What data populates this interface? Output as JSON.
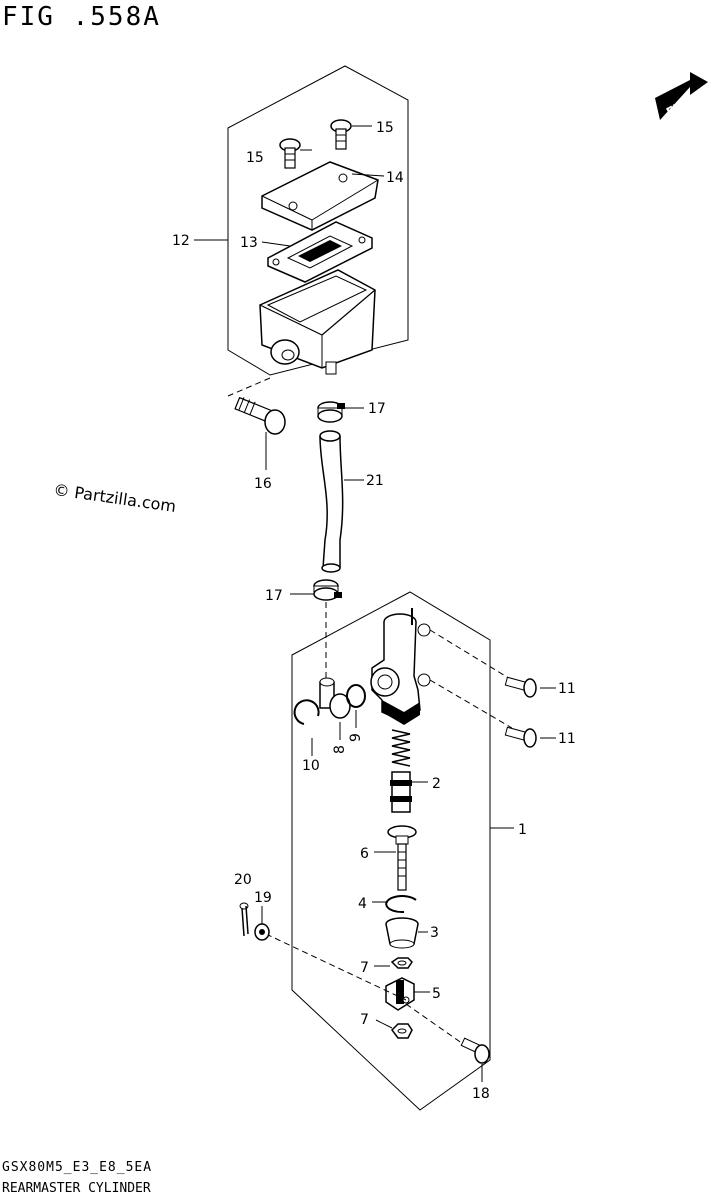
{
  "figure": {
    "title": "FIG .558A",
    "watermark": "© Partzilla.com",
    "direction_badge": "FWD",
    "code": "GSX80M5_E3_E8_5EA",
    "description": "REARMASTER CYLINDER"
  },
  "callouts": {
    "c1": "1",
    "c2": "2",
    "c3": "3",
    "c4": "4",
    "c5": "5",
    "c6": "6",
    "c7a": "7",
    "c7b": "7",
    "c8": "8",
    "c9": "9",
    "c10": "10",
    "c11a": "11",
    "c11b": "11",
    "c12": "12",
    "c13": "13",
    "c14": "14",
    "c15a": "15",
    "c15b": "15",
    "c16": "16",
    "c17a": "17",
    "c17b": "17",
    "c18": "18",
    "c19": "19",
    "c20": "20",
    "c21": "21"
  }
}
